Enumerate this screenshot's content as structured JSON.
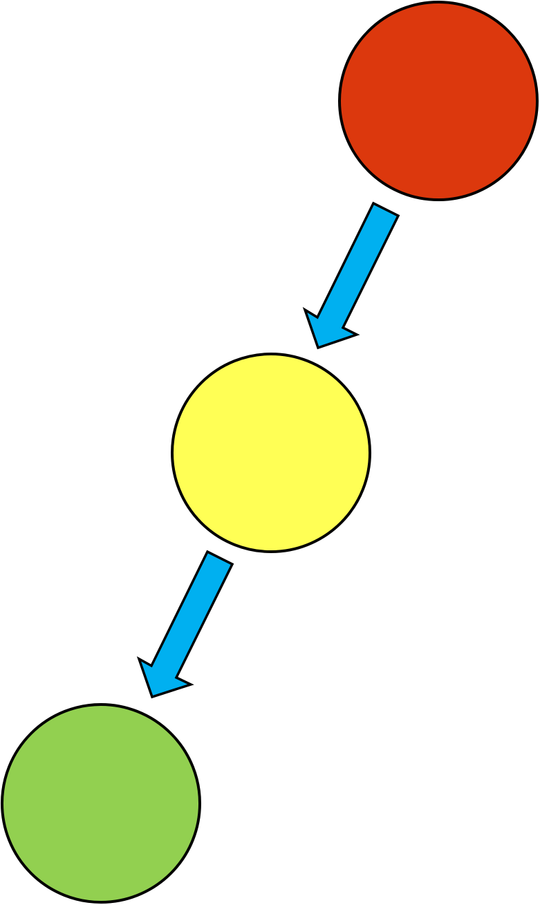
{
  "diagram": {
    "nodes": [
      {
        "id": "node-1",
        "color": "#DC380D"
      },
      {
        "id": "node-2",
        "color": "#FFFF55"
      },
      {
        "id": "node-3",
        "color": "#92D050"
      }
    ],
    "edges": [
      {
        "from": "node-1",
        "to": "node-2",
        "color": "#00B0F0"
      },
      {
        "from": "node-2",
        "to": "node-3",
        "color": "#00B0F0"
      }
    ],
    "stroke_color": "#000000"
  }
}
